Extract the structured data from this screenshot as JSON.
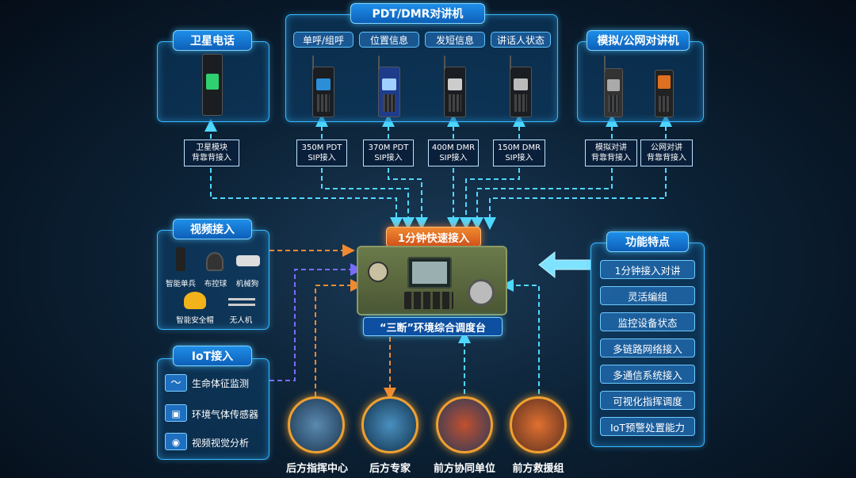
{
  "satellite": {
    "title": "卫星电话",
    "label_1": "卫星模块",
    "label_2": "背靠背接入"
  },
  "pdt": {
    "title": "PDT/DMR对讲机",
    "chips": [
      "单呼/组呼",
      "位置信息",
      "发短信息",
      "讲话人状态"
    ],
    "links": [
      {
        "l1": "350M PDT",
        "l2": "SIP接入"
      },
      {
        "l1": "370M PDT",
        "l2": "SIP接入"
      },
      {
        "l1": "400M DMR",
        "l2": "SIP接入"
      },
      {
        "l1": "150M DMR",
        "l2": "SIP接入"
      }
    ]
  },
  "analog": {
    "title": "模拟/公网对讲机",
    "links": [
      {
        "l1": "模拟对讲",
        "l2": "背靠背接入"
      },
      {
        "l1": "公网对讲",
        "l2": "背靠背接入"
      }
    ]
  },
  "video": {
    "title": "视频接入",
    "items": [
      "智能单兵",
      "布控球",
      "机械狗",
      "智能安全帽",
      "无人机"
    ]
  },
  "iot": {
    "title": "IoT接入",
    "items": [
      "生命体征监测",
      "环境气体传感器",
      "视频视觉分析"
    ]
  },
  "center": {
    "badge": "1分钟快速接入",
    "name": "“三断”环境综合调度台"
  },
  "features": {
    "title": "功能特点",
    "items": [
      "1分钟接入对讲",
      "灵活编组",
      "监控设备状态",
      "多链路网络接入",
      "多通信系统接入",
      "可视化指挥调度",
      "IoT预警处置能力"
    ]
  },
  "bottom": [
    "后方指挥中心",
    "后方专家",
    "前方协同单位",
    "前方救援组"
  ],
  "colors": {
    "accent": "#38b9ff",
    "wire": "#4fd8ff",
    "orange": "#f08a30",
    "purple": "#7a6cff",
    "badge": "#e86a1a"
  }
}
